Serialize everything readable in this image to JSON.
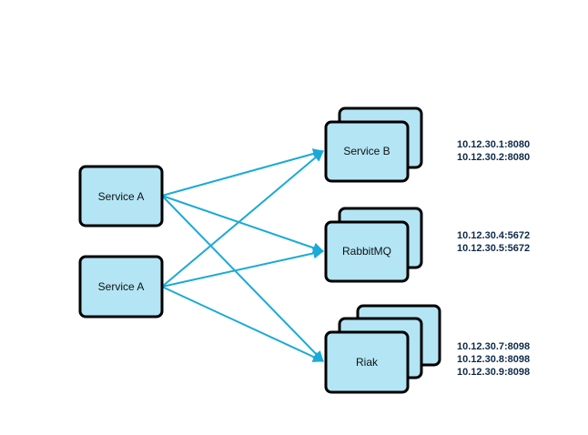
{
  "colors": {
    "box_fill": "#b3e5f5",
    "box_stroke": "#000000",
    "arrow": "#1aaad8",
    "address_text": "#0d2a4a"
  },
  "nodes": {
    "service_a_1": {
      "label": "Service A"
    },
    "service_a_2": {
      "label": "Service A"
    },
    "service_b": {
      "label": "Service B",
      "instances": 2,
      "addresses": [
        "10.12.30.1:8080",
        "10.12.30.2:8080"
      ]
    },
    "rabbitmq": {
      "label": "RabbitMQ",
      "instances": 2,
      "addresses": [
        "10.12.30.4:5672",
        "10.12.30.5:5672"
      ]
    },
    "riak": {
      "label": "Riak",
      "instances": 3,
      "addresses": [
        "10.12.30.7:8098",
        "10.12.30.8:8098",
        "10.12.30.9:8098"
      ]
    }
  },
  "edges": [
    {
      "from": "service_a_1",
      "to": "service_b"
    },
    {
      "from": "service_a_1",
      "to": "rabbitmq"
    },
    {
      "from": "service_a_1",
      "to": "riak"
    },
    {
      "from": "service_a_2",
      "to": "service_b"
    },
    {
      "from": "service_a_2",
      "to": "rabbitmq"
    },
    {
      "from": "service_a_2",
      "to": "riak"
    }
  ]
}
